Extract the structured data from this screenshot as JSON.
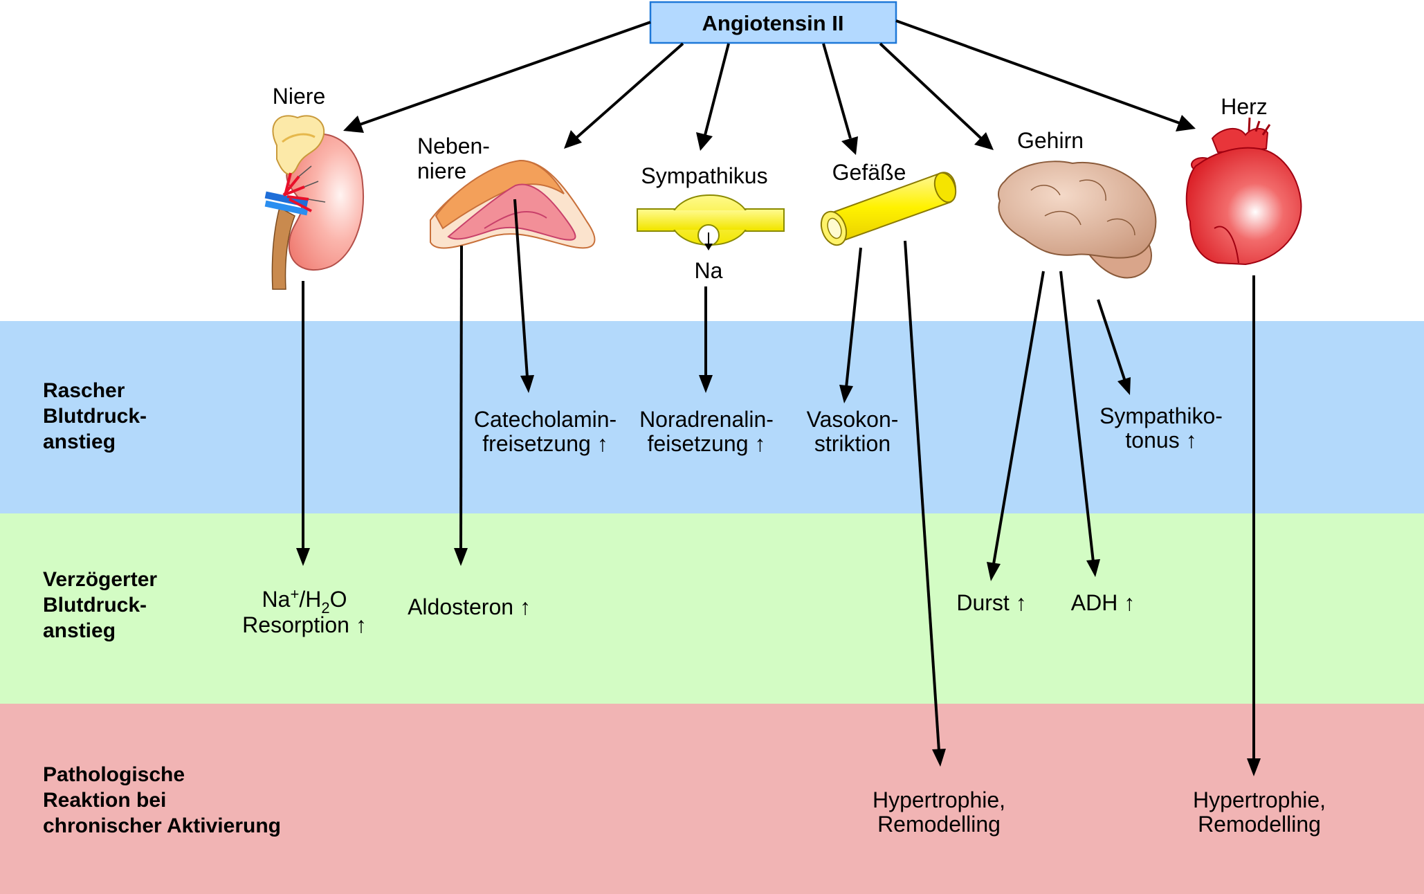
{
  "source": {
    "label": "Angiotensin II",
    "fill": "#b3d9ff",
    "border": "#1e78d8"
  },
  "bands": [
    {
      "line1": "Rascher",
      "line2": "Blutdruck-",
      "line3": "anstieg",
      "color": "#b3d9fb"
    },
    {
      "line1": "Verzögerter",
      "line2": "Blutdruck-",
      "line3": "anstieg",
      "color": "#d3fcc4"
    },
    {
      "line1": "Pathologische",
      "line2": "Reaktion bei",
      "line3": "chronischer Aktivierung",
      "color": "#f1b4b4"
    }
  ],
  "organs": {
    "niere": "Niere",
    "nebenniere_1": "Neben-",
    "nebenniere_2": "niere",
    "sympathikus": "Sympathikus",
    "sympathikus_na": "Na",
    "gefaesse": "Gefäße",
    "gehirn": "Gehirn",
    "herz": "Herz"
  },
  "effects": {
    "catecholamin_1": "Catecholamin-",
    "catecholamin_2": "freisetzung ↑",
    "noradrenalin_1": "Noradrenalin-",
    "noradrenalin_2": "feisetzung ↑",
    "vasokon_1": "Vasokon-",
    "vasokon_2": "striktion",
    "sympathiko_1": "Sympathiko-",
    "sympathiko_2": "tonus ↑",
    "na_base": "Na",
    "na_sup": "+",
    "na_mid": "/H",
    "na_sub": "2",
    "na_end": "O",
    "resorption": "Resorption ↑",
    "aldosteron": "Aldosteron ↑",
    "durst": "Durst ↑",
    "adh": "ADH ↑",
    "hyper_gef_1": "Hypertrophie,",
    "hyper_gef_2": "Remodelling",
    "hyper_herz_1": "Hypertrophie,",
    "hyper_herz_2": "Remodelling"
  },
  "icons": [
    "kidney-icon",
    "adrenal-gland-icon",
    "sympathetic-ganglion-icon",
    "blood-vessel-icon",
    "brain-icon",
    "heart-icon"
  ]
}
